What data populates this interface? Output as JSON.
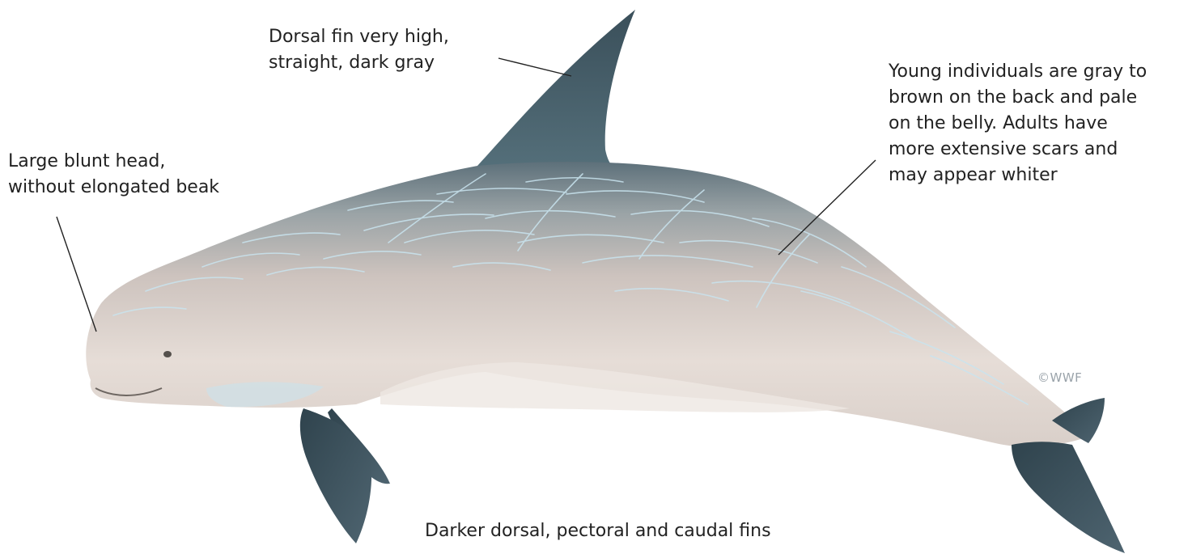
{
  "colors": {
    "body_light": "#e8e0db",
    "body_mid": "#cdc3be",
    "dorsal_dark": "#3f5560",
    "fin_dark": "#3a4d58",
    "scar": "#c9e4ef",
    "label_text": "#222222",
    "leader_line": "#222222",
    "credit_text": "#9aa3aa"
  },
  "annotations": {
    "dorsal_fin": [
      "Dorsal fin very high,",
      "straight, dark gray"
    ],
    "young_individuals": [
      "Young individuals are gray to",
      "brown on the back and pale",
      "on the belly. Adults have",
      "more extensive scars and",
      "may appear whiter"
    ],
    "head": [
      "Large blunt head,",
      "without elongated beak"
    ],
    "fins": [
      "Darker dorsal, pectoral and caudal fins"
    ]
  },
  "credit": "©WWF"
}
